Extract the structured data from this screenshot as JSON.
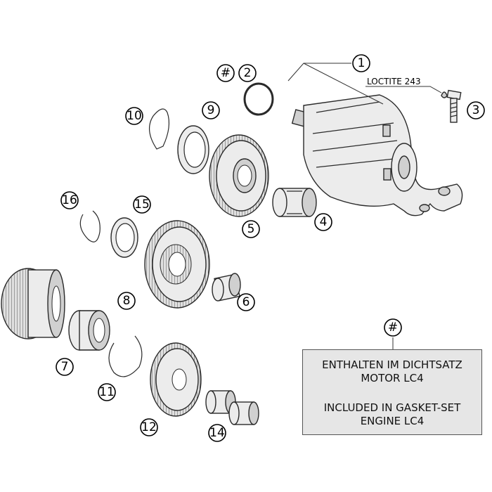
{
  "callouts": {
    "c1": "1",
    "c2": "2",
    "c3": "3",
    "c4": "4",
    "c5": "5",
    "c6": "6",
    "c7": "7",
    "c8": "8",
    "c9": "9",
    "c10": "10",
    "c11": "11",
    "c12": "12",
    "c14": "14",
    "c15": "15",
    "c16": "16",
    "hash_top": "#",
    "hash_box": "#"
  },
  "annotation": {
    "loctite": "LOCTITE 243"
  },
  "notice": {
    "de_line1": "ENTHALTEN IM DICHTSATZ",
    "de_line2": "MOTOR LC4",
    "en_line1": "INCLUDED IN GASKET-SET",
    "en_line2": "ENGINE LC4"
  }
}
